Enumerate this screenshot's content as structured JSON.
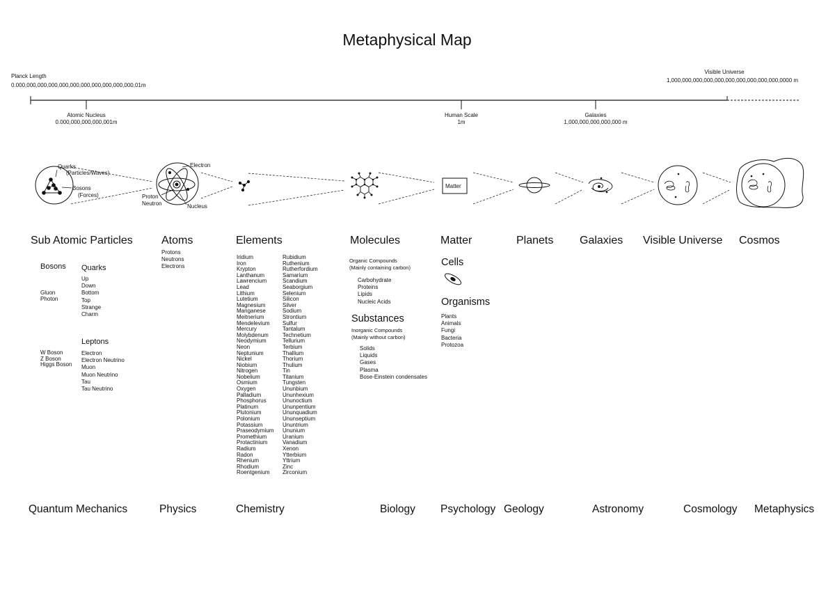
{
  "title": "Metaphysical Map",
  "scale": {
    "start": {
      "label": "Planck Length",
      "value": "0.000,000,000,000,000,000,000,000,000,000,000,01m"
    },
    "end": {
      "label": "Visible Universe",
      "value": "1,000,000,000,000,000,000,000,000,000,000,0000 m"
    },
    "marks": [
      {
        "label": "Atomic Nucleus",
        "value": "0.000,000,000,000,001m"
      },
      {
        "label": "Human Scale",
        "value": "1m"
      },
      {
        "label": "Galaxies",
        "value": "1,000,000,000,000,000 m"
      }
    ]
  },
  "diagram_labels": {
    "quarks": "Quarks",
    "quarks_sub": "(Particles/Waves)",
    "bosons": "Bosons",
    "bosons_sub": "(Forces)",
    "electron": "Electron",
    "proton": "Proton",
    "neutron": "Neutron",
    "nucleus": "Nucleus",
    "matter": "Matter"
  },
  "columns": {
    "subatomic": {
      "heading": "Sub Atomic Particles",
      "bosons_heading": "Bosons",
      "bosons_a": [
        "Gluon",
        "Photon"
      ],
      "bosons_b": [
        "W Boson",
        "Z Boson",
        "Higgs Boson"
      ],
      "quarks_heading": "Quarks",
      "quarks": [
        "Up",
        "Down",
        "Bottom",
        "Top",
        "Strange",
        "Charm"
      ],
      "leptons_heading": "Leptons",
      "leptons": [
        "Electron",
        "Electron Neutrino",
        "Muon",
        "Muon Neutrino",
        "Tau",
        "Tau Neutrino"
      ]
    },
    "atoms": {
      "heading": "Atoms",
      "items": [
        "Protons",
        "Neutrons",
        "Electrons"
      ]
    },
    "elements": {
      "heading": "Elements",
      "col1": [
        "Iridium",
        "Iron",
        "Krypton",
        "Lanthanum",
        "Lawrencium",
        "Lead",
        "Lithium",
        "Lutetium",
        "Magnesium",
        "Manganese",
        "Meitnerium",
        "Mendelevium",
        "Mercury",
        "Molybdenum",
        "Neodymium",
        "Neon",
        "Neptunium",
        "Nickel",
        "Niobium",
        "Nitrogen",
        "Nobelium",
        "Osmium",
        "Oxygen",
        "Palladium",
        "Phosphorus",
        "Platinum",
        "Plutonium",
        "Polonium",
        "Potassium",
        "Praseodymium",
        "Promethium",
        "Protactinium",
        "Radium",
        "Radon",
        "Rhenium",
        "Rhodium",
        "Roentgenium"
      ],
      "col2": [
        "Rubidium",
        "Ruthenium",
        "Rutherfordium",
        "Samarium",
        "Scandium",
        "Seaborgium",
        "Selenium",
        "Silicon",
        "Silver",
        "Sodium",
        "Strontium",
        "Sulfur",
        "Tantalum",
        "Technetium",
        "Tellurium",
        "Terbium",
        "Thallium",
        "Thorium",
        "Thulium",
        "Tin",
        "Titanium",
        "Tungsten",
        "Ununbium",
        "Ununhexium",
        "Ununoctium",
        "Ununpentium",
        "Ununquadium",
        "Ununseptium",
        "Ununtrium",
        "Ununium",
        "Uranium",
        "Vanadium",
        "Xenon",
        "Ytterbium",
        "Yttrium",
        "Zinc",
        "Zirconium"
      ]
    },
    "molecules": {
      "heading": "Molecules",
      "organic_heading": [
        "Organic Compounds",
        "(Mainly containing carbon)"
      ],
      "organic": [
        "Carbohydrate",
        "Proteins",
        "Lipids",
        "Nucleic Acids"
      ],
      "substances_heading": "Substances",
      "inorganic_heading": [
        "Inorganic Compounds",
        "(Mainly without carbon)"
      ],
      "inorganic": [
        "Solids",
        "Liquids",
        "Gases",
        "Plasma",
        "Bose-Einstein condensates"
      ]
    },
    "matter": {
      "heading": "Matter",
      "cells_heading": "Cells",
      "organisms_heading": "Organisms",
      "organisms": [
        "Plants",
        "Animals",
        "Fungi",
        "Bacteria",
        "Protozoa"
      ]
    },
    "planets": {
      "heading": "Planets"
    },
    "galaxies": {
      "heading": "Galaxies"
    },
    "visible_universe": {
      "heading": "Visible Universe"
    },
    "cosmos": {
      "heading": "Cosmos"
    }
  },
  "disciplines": [
    "Quantum Mechanics",
    "Physics",
    "Chemistry",
    "Biology",
    "Psychology",
    "Geology",
    "Astronomy",
    "Cosmology",
    "Metaphysics"
  ]
}
